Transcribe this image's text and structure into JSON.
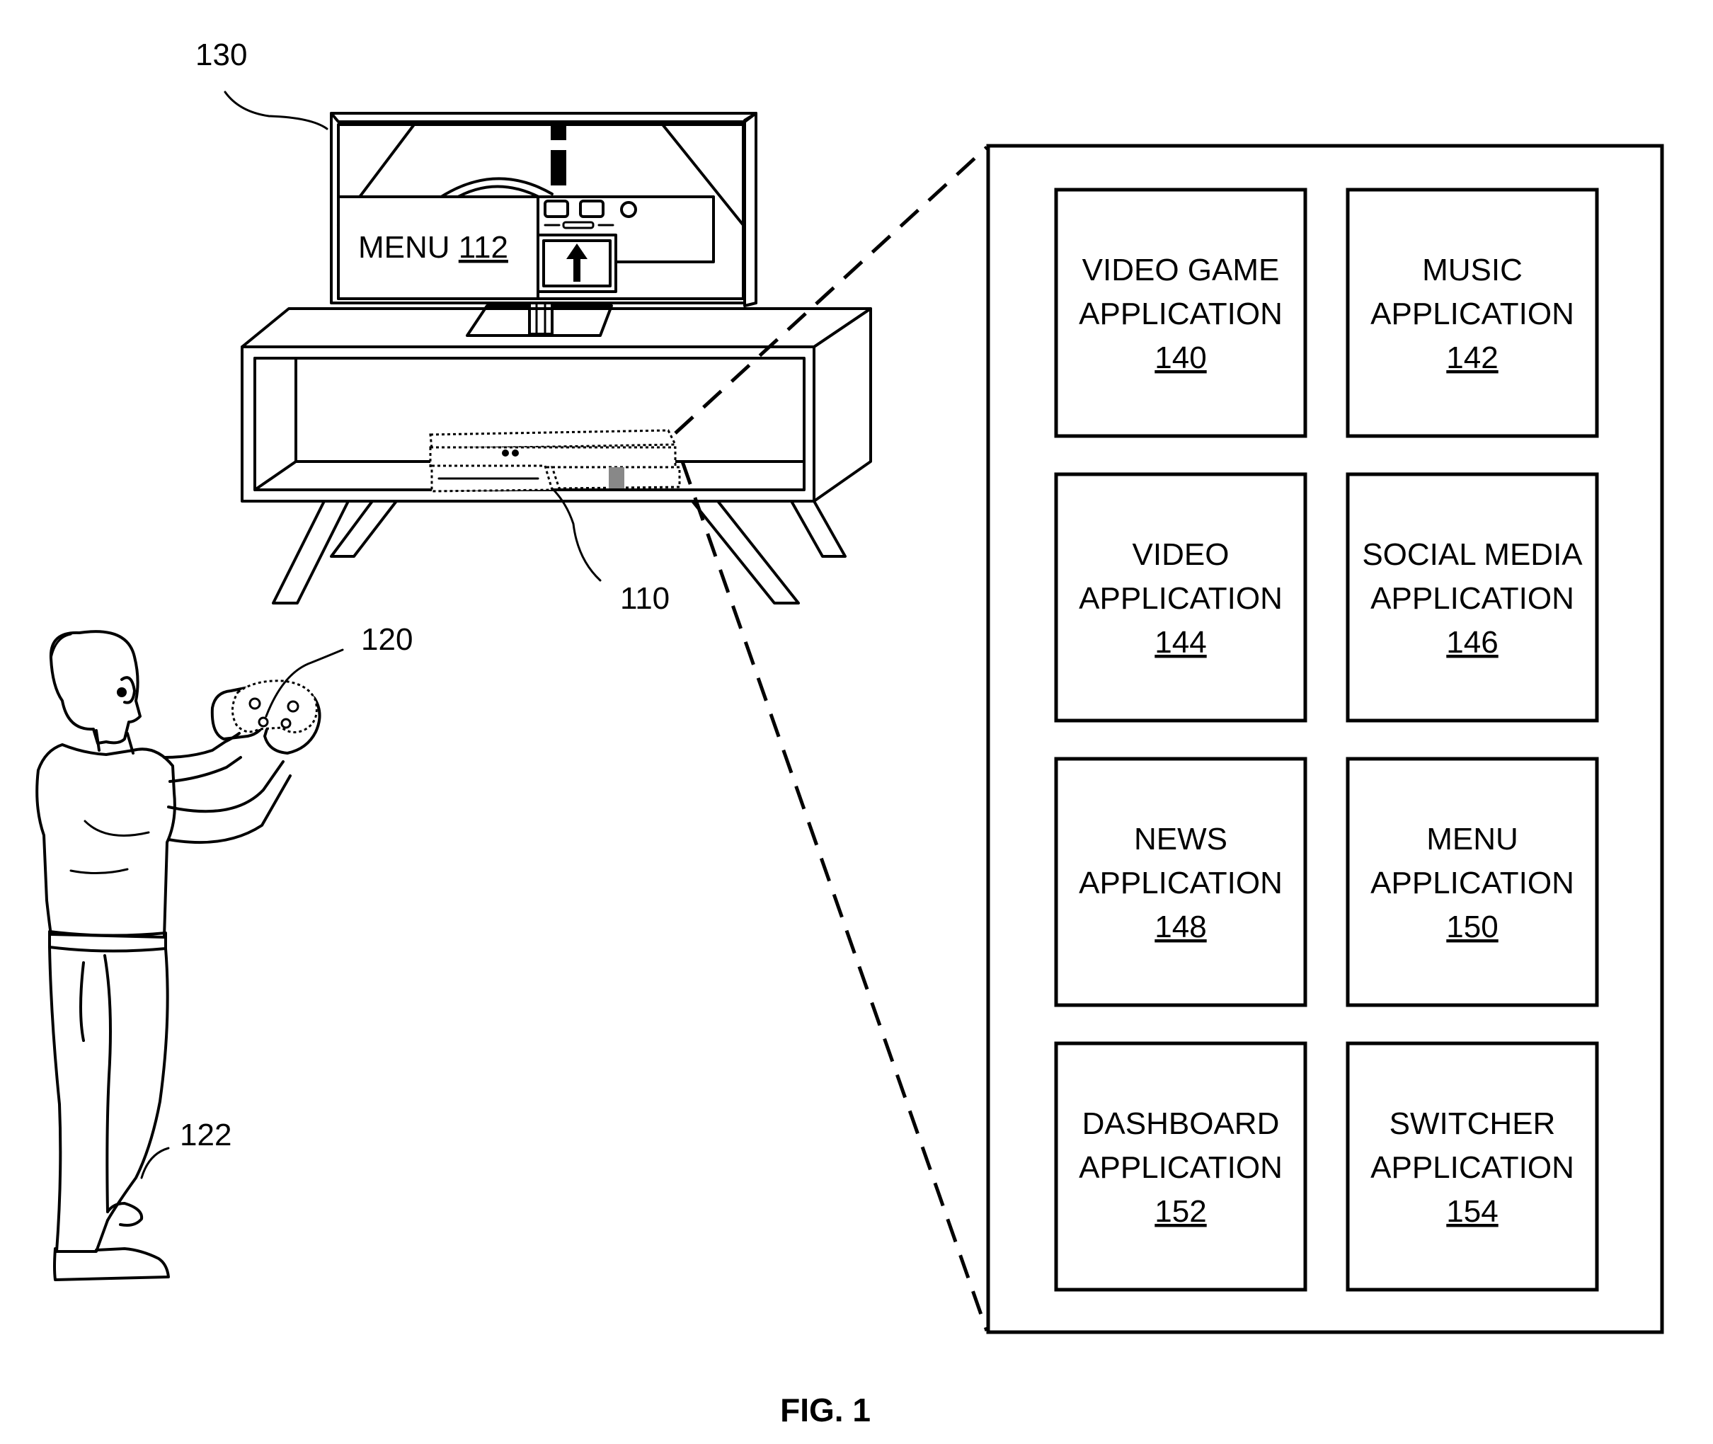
{
  "figure_label": "FIG. 1",
  "reference_numerals": {
    "display": "130",
    "console": "110",
    "controller": "120",
    "user": "122"
  },
  "screen_menu": {
    "text": "MENU ",
    "numeral": "112"
  },
  "applications": [
    {
      "line1": "VIDEO GAME",
      "line2": "APPLICATION",
      "numeral": "140"
    },
    {
      "line1": "MUSIC",
      "line2": "APPLICATION",
      "numeral": "142"
    },
    {
      "line1": "VIDEO",
      "line2": "APPLICATION",
      "numeral": "144"
    },
    {
      "line1": "SOCIAL MEDIA",
      "line2": "APPLICATION",
      "numeral": "146"
    },
    {
      "line1": "NEWS",
      "line2": "APPLICATION",
      "numeral": "148"
    },
    {
      "line1": "MENU",
      "line2": "APPLICATION",
      "numeral": "150"
    },
    {
      "line1": "DASHBOARD",
      "line2": "APPLICATION",
      "numeral": "152"
    },
    {
      "line1": "SWITCHER",
      "line2": "APPLICATION",
      "numeral": "154"
    }
  ]
}
